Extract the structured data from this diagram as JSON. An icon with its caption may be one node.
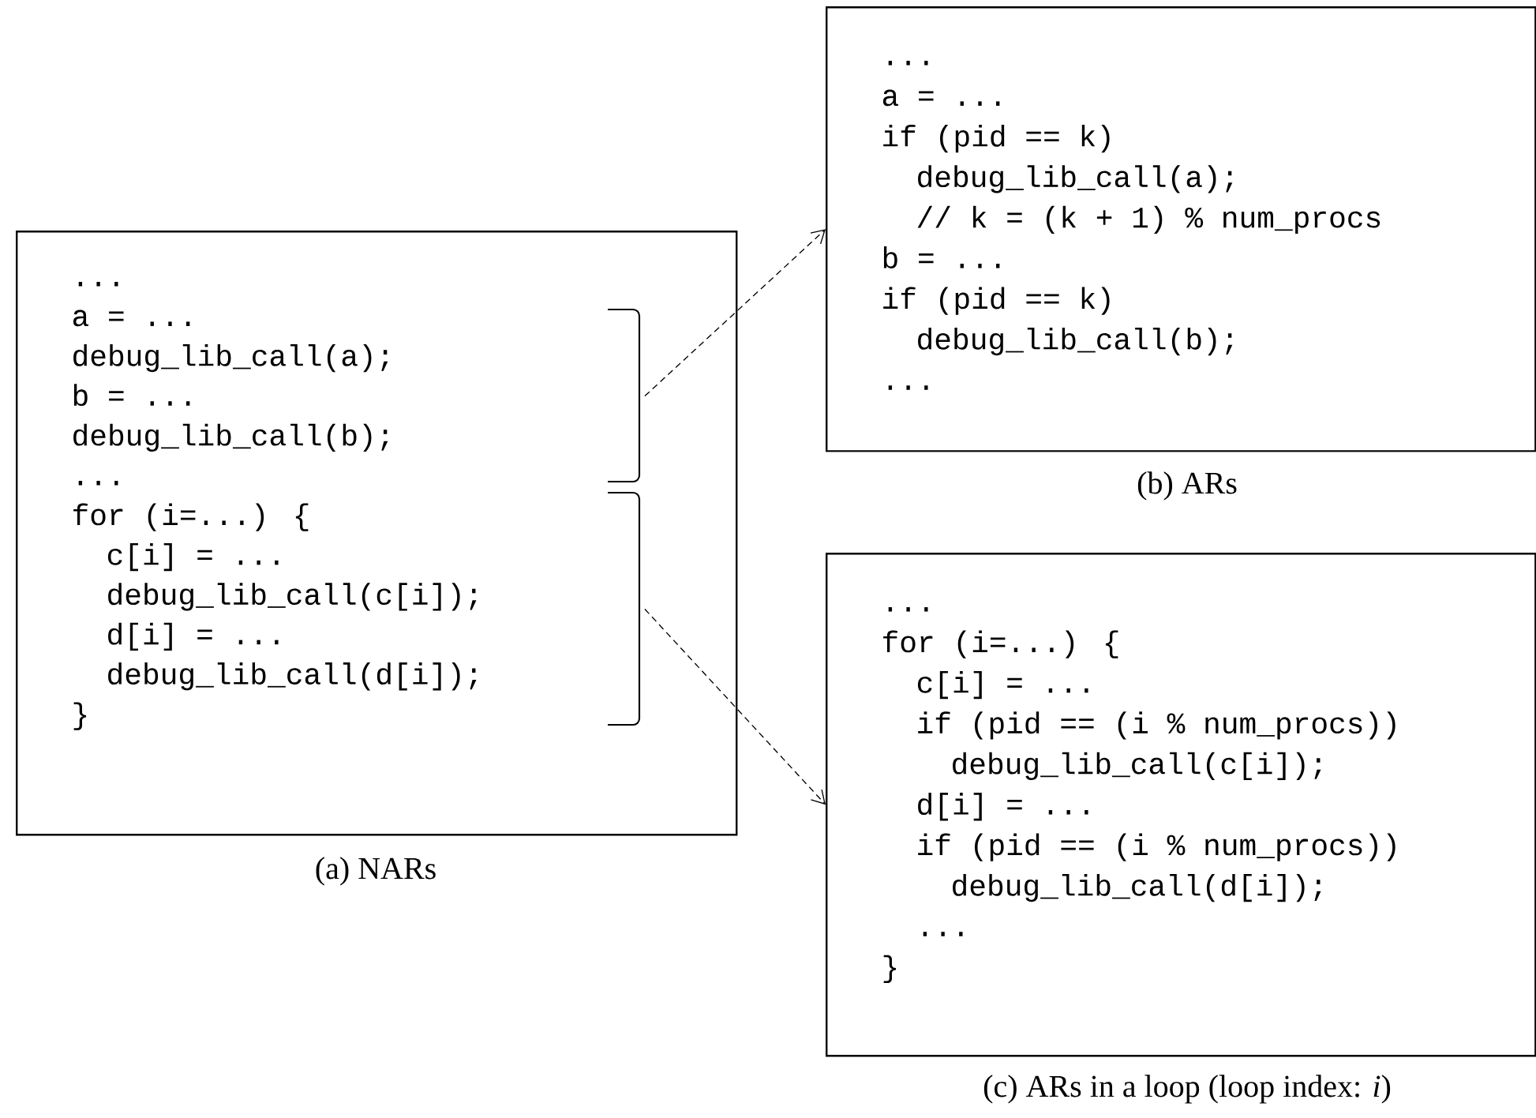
{
  "diagram": {
    "nodes": [
      {
        "text": [
          "...",
          "a = ...",
          "debug_lib_call(a);",
          "b = ...",
          "debug_lib_call(b);",
          "...",
          "for (i=...) {",
          "c[i] = ...",
          "debug_lib_call(c[i]);",
          "d[i] = ...",
          "debug_lib_call(d[i]);",
          "}"
        ],
        "beside": [
          "(a) NARs"
        ]
      },
      {
        "text": [
          "...",
          "a = ...",
          "if (pid == k)",
          "debug_lib_call(a);",
          "// k = (k + 1) % num_procs",
          "b = ...",
          "if (pid == k)",
          "debug_lib_call(b);",
          "..."
        ],
        "beside": [
          "(b) ARs"
        ]
      },
      {
        "text": [
          "...",
          "for (i=...) {",
          "c[i] = ...",
          "if (pid == (i % num_procs))",
          "debug_lib_call(c[i]);",
          "d[i] = ...",
          "if (pid == (i % num_procs))",
          "debug_lib_call(d[i]);",
          "...",
          "}"
        ],
        "beside": [
          "(c) ARs in a loop (loop index: *i*)"
        ]
      },
      {
        "text": [],
        "shape": "bracket",
        "in": 0
      },
      {
        "text": [],
        "shape": "bracket",
        "in": 0
      }
    ],
    "edges": [
      {
        "from": 3,
        "to": 1,
        "arrow": "to",
        "style": "dashed"
      },
      {
        "from": 4,
        "to": 2,
        "arrow": "to",
        "style": "dashed"
      }
    ]
  }
}
